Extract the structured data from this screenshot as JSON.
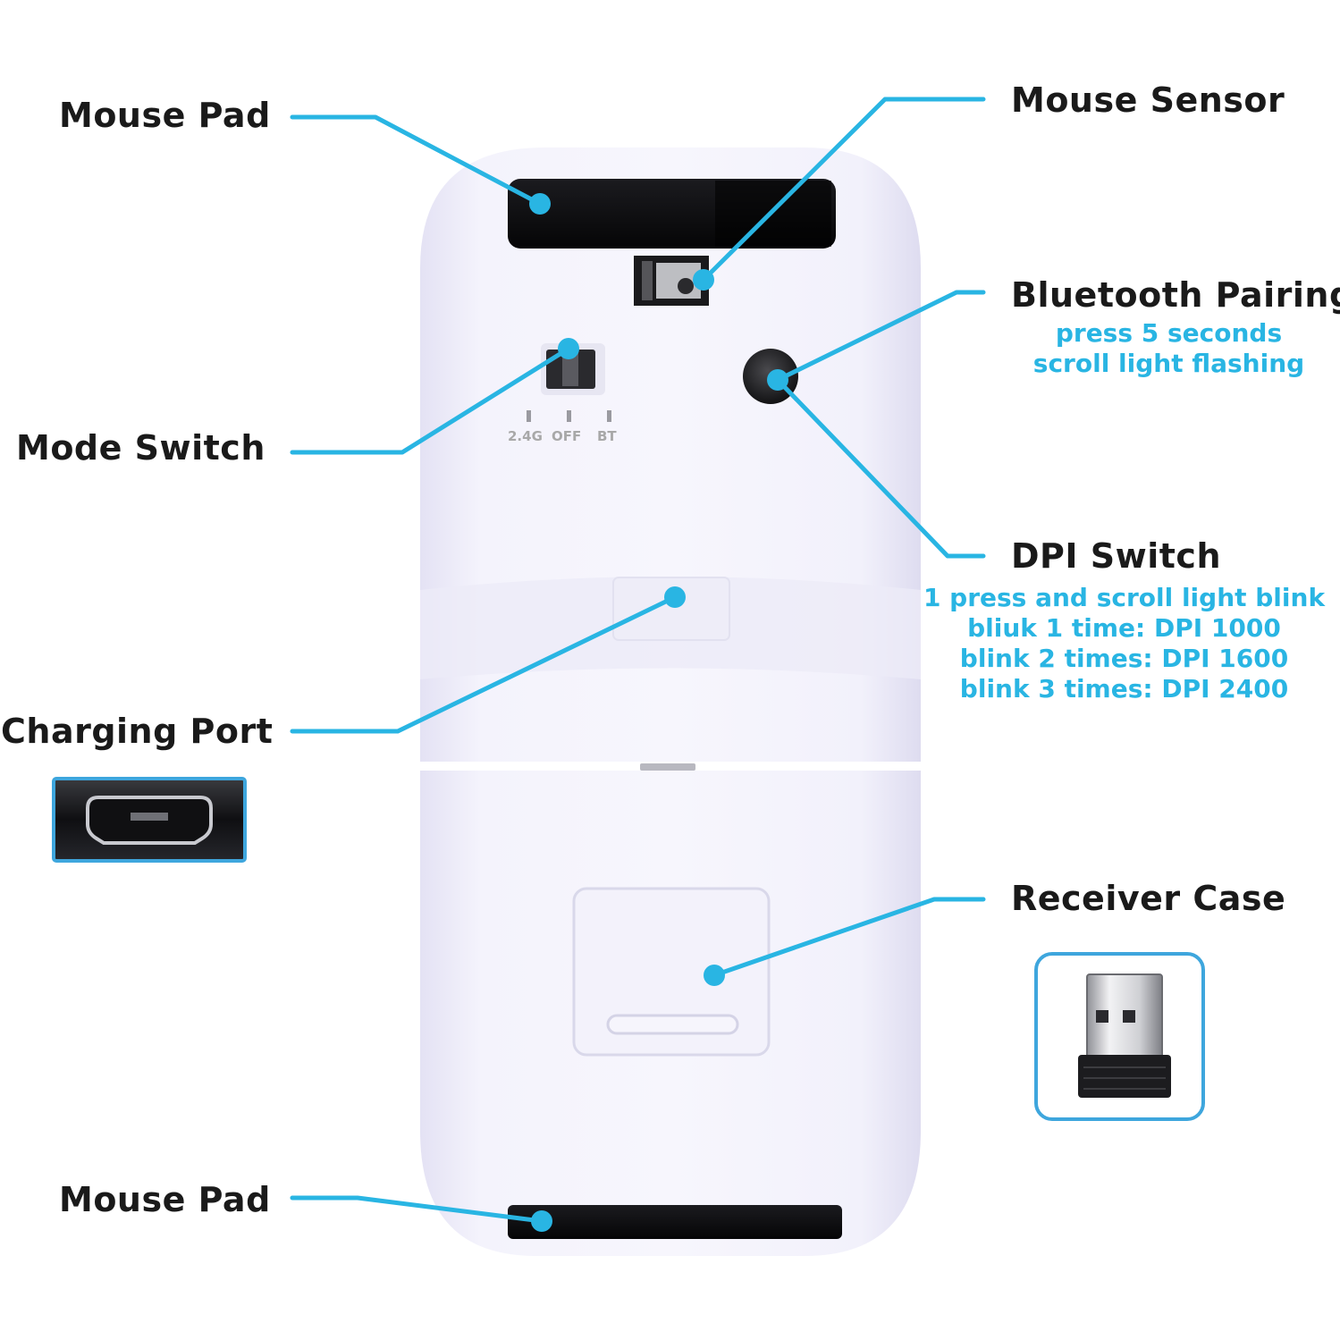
{
  "labels": {
    "mouse_pad_top": "Mouse Pad",
    "mouse_sensor": "Mouse Sensor",
    "bluetooth_pairing": {
      "title": "Bluetooth Pairing",
      "line1": "press 5 seconds",
      "line2": "scroll light flashing"
    },
    "mode_switch": "Mode Switch",
    "dpi_switch": {
      "title": "DPI Switch",
      "line1": "1 press and scroll light blink",
      "line2": "bliuk 1 time: DPI 1000",
      "line3": "blink 2 times: DPI 1600",
      "line4": "blink 3 times: DPI 2400"
    },
    "charging_port": "Charging Port",
    "receiver_case": "Receiver Case",
    "mouse_pad_bottom": "Mouse Pad"
  },
  "mode_switch_positions": [
    "2.4G",
    "OFF",
    "BT"
  ],
  "colors": {
    "accent": "#29b5e3",
    "body": "#f1f0fb",
    "pad": "#0c0c0e",
    "label": "#1a1a1a"
  },
  "icons": {
    "charging_port_inset": "micro-usb-port-icon",
    "receiver_case_inset": "usb-dongle-icon"
  }
}
